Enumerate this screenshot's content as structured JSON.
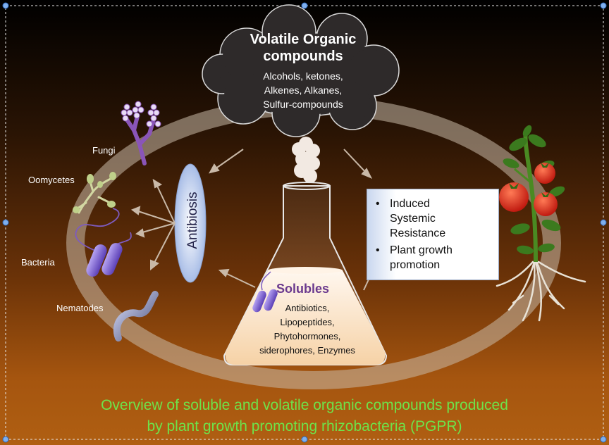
{
  "volatiles": {
    "title_line1": "Volatile Organic",
    "title_line2": "compounds",
    "items": [
      "Alcohols, ketones,",
      "Alkenes, Alkanes,",
      "Sulfur-compounds"
    ]
  },
  "organisms": {
    "fungi": "Fungi",
    "oomycetes": "Oomycetes",
    "bacteria": "Bacteria",
    "nematodes": "Nematodes"
  },
  "antibiosis": "Antibiosis",
  "solubles": {
    "title": "Solubles",
    "items": [
      "Antibiotics,",
      "Lipopeptides,",
      "Phytohormones,",
      "siderophores,  Enzymes"
    ]
  },
  "plant_effects": [
    "Induced Systemic Resistance",
    "Plant growth promotion"
  ],
  "plant_effects_lines": [
    [
      "Induced",
      "Systemic",
      "Resistance"
    ],
    [
      "Plant growth",
      "promotion"
    ]
  ],
  "bullet": "•",
  "caption": {
    "line1": "Overview of soluble and volatile organic compounds produced",
    "line2": "by plant growth promoting rhizobacteria (PGPR)"
  },
  "colors": {
    "caption_text": "#6ee34a",
    "cloud_fill": "#2e2a2a",
    "cycle_ring": "#c9b9a8",
    "antibiosis_fill": "#d8e2f6",
    "solubles_title": "#6b3a8e",
    "tomato": "#d8281c",
    "leaf": "#3b7a1e"
  }
}
